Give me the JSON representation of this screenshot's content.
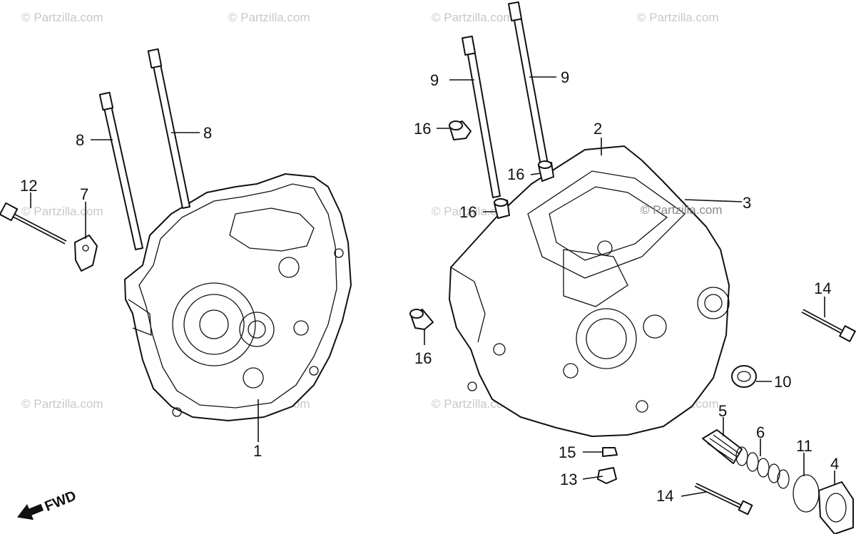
{
  "watermark": {
    "text": "© Partzilla.com"
  },
  "direction_indicator": {
    "label": "FWD"
  },
  "callouts": [
    {
      "id": "c1",
      "label": "1"
    },
    {
      "id": "c2",
      "label": "2"
    },
    {
      "id": "c3",
      "label": "3"
    },
    {
      "id": "c4",
      "label": "4"
    },
    {
      "id": "c5",
      "label": "5"
    },
    {
      "id": "c6",
      "label": "6"
    },
    {
      "id": "c7",
      "label": "7"
    },
    {
      "id": "c8a",
      "label": "8"
    },
    {
      "id": "c8b",
      "label": "8"
    },
    {
      "id": "c9a",
      "label": "9"
    },
    {
      "id": "c9b",
      "label": "9"
    },
    {
      "id": "c10",
      "label": "10"
    },
    {
      "id": "c11",
      "label": "11"
    },
    {
      "id": "c12",
      "label": "12"
    },
    {
      "id": "c13",
      "label": "13"
    },
    {
      "id": "c14a",
      "label": "14"
    },
    {
      "id": "c14b",
      "label": "14"
    },
    {
      "id": "c15",
      "label": "15"
    },
    {
      "id": "c16a",
      "label": "16"
    },
    {
      "id": "c16b",
      "label": "16"
    },
    {
      "id": "c16c",
      "label": "16"
    },
    {
      "id": "c16d",
      "label": "16"
    }
  ]
}
